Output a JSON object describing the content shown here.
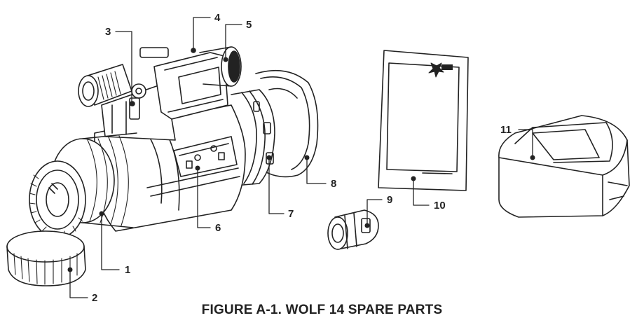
{
  "diagram": {
    "caption": "FIGURE A-1. WOLF 14 SPARE PARTS",
    "callouts": {
      "c1": "1",
      "c2": "2",
      "c3": "3",
      "c4": "4",
      "c5": "5",
      "c6": "6",
      "c7": "7",
      "c8": "8",
      "c9": "9",
      "c10": "10",
      "c11": "11"
    }
  }
}
